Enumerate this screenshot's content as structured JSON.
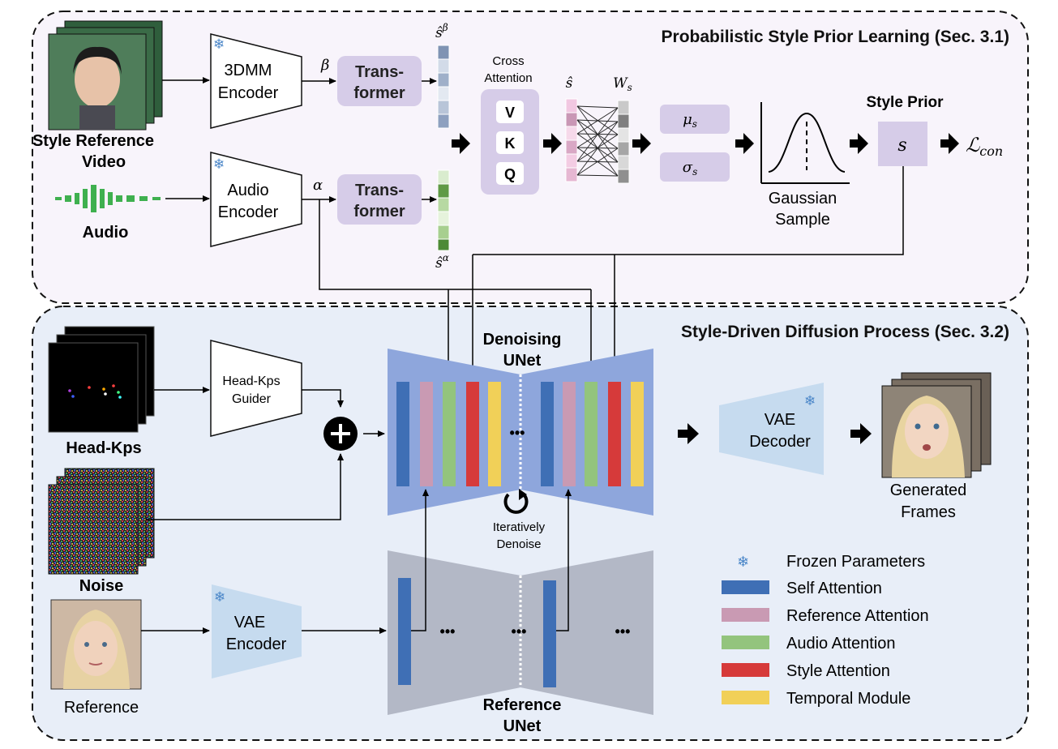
{
  "panels": {
    "top_title": "Probabilistic Style Prior Learning (Sec. 3.1)",
    "bottom_title": "Style-Driven Diffusion Process (Sec. 3.2)"
  },
  "top": {
    "style_video_label_1": "Style Reference",
    "style_video_label_2": "Video",
    "audio_label": "Audio",
    "encoder_3dmm_1": "3DMM",
    "encoder_3dmm_2": "Encoder",
    "audio_encoder_1": "Audio",
    "audio_encoder_2": "Encoder",
    "beta": "β",
    "alpha": "α",
    "transformer_1": "Trans-",
    "transformer_2": "former",
    "s_beta": "ŝβ",
    "s_alpha": "ŝα",
    "cross_attention_1": "Cross",
    "cross_attention_2": "Attention",
    "attn_v": "V",
    "attn_k": "K",
    "attn_q": "Q",
    "s_hat": "ŝ",
    "w_s": "Ws",
    "mu_s": "μs",
    "sigma_s": "σs",
    "gaussian_1": "Gaussian",
    "gaussian_2": "Sample",
    "style_prior": "Style Prior",
    "s": "s",
    "loss": "ℒcon"
  },
  "bottom": {
    "head_kps_label": "Head-Kps",
    "guider_1": "Head-Kps",
    "guider_2": "Guider",
    "noise_label": "Noise",
    "reference_label": "Reference",
    "vae_encoder_1": "VAE",
    "vae_encoder_2": "Encoder",
    "denoising_unet_1": "Denoising",
    "denoising_unet_2": "UNet",
    "iterative_1": "Iteratively",
    "iterative_2": "Denoise",
    "reference_unet_1": "Reference",
    "reference_unet_2": "UNet",
    "vae_decoder_1": "VAE",
    "vae_decoder_2": "Decoder",
    "generated_1": "Generated",
    "generated_2": "Frames",
    "ellipsis": "•••"
  },
  "legend": [
    {
      "label": "Frozen Parameters",
      "icon": "snowflake-icon",
      "color": "#4a86c8"
    },
    {
      "label": "Self Attention",
      "color": "#3f6fb5"
    },
    {
      "label": "Reference Attention",
      "color": "#c99ab3"
    },
    {
      "label": "Audio Attention",
      "color": "#93c47d"
    },
    {
      "label": "Style Attention",
      "color": "#d63a3a"
    },
    {
      "label": "Temporal Module",
      "color": "#f1d058"
    }
  ],
  "colors": {
    "top_panel_bg": "#f8f4fb",
    "bottom_panel_bg": "#e8eef8",
    "module_purple": "#d6cce8",
    "unet_blue": "#8ea6dc",
    "unet_gray": "#b3b8c6",
    "vae_blue": "#c6dbef"
  }
}
